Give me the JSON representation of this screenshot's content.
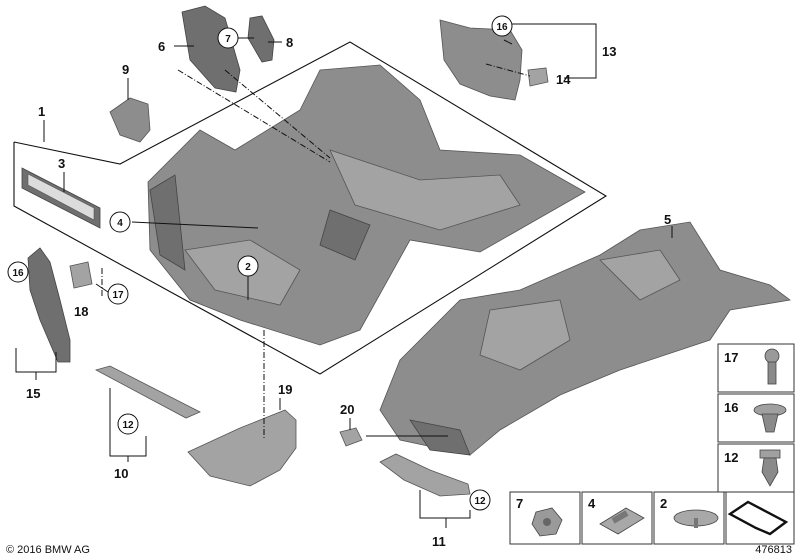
{
  "callouts": {
    "c1": "1",
    "c2": "2",
    "c3": "3",
    "c4": "4",
    "c5": "5",
    "c6": "6",
    "c7": "7",
    "c8": "8",
    "c9": "9",
    "c10": "10",
    "c11": "11",
    "c12a": "12",
    "c12b": "12",
    "c13": "13",
    "c14": "14",
    "c15": "15",
    "c16a": "16",
    "c16b": "16",
    "c17": "17",
    "c18": "18",
    "c19": "19",
    "c20": "20"
  },
  "legend": {
    "items": [
      {
        "label": "17"
      },
      {
        "label": "16"
      },
      {
        "label": "12"
      },
      {
        "label": "7"
      },
      {
        "label": "4"
      },
      {
        "label": "2"
      }
    ]
  },
  "footer": {
    "copyright": "© 2016 BMW AG",
    "image_id": "476813"
  }
}
